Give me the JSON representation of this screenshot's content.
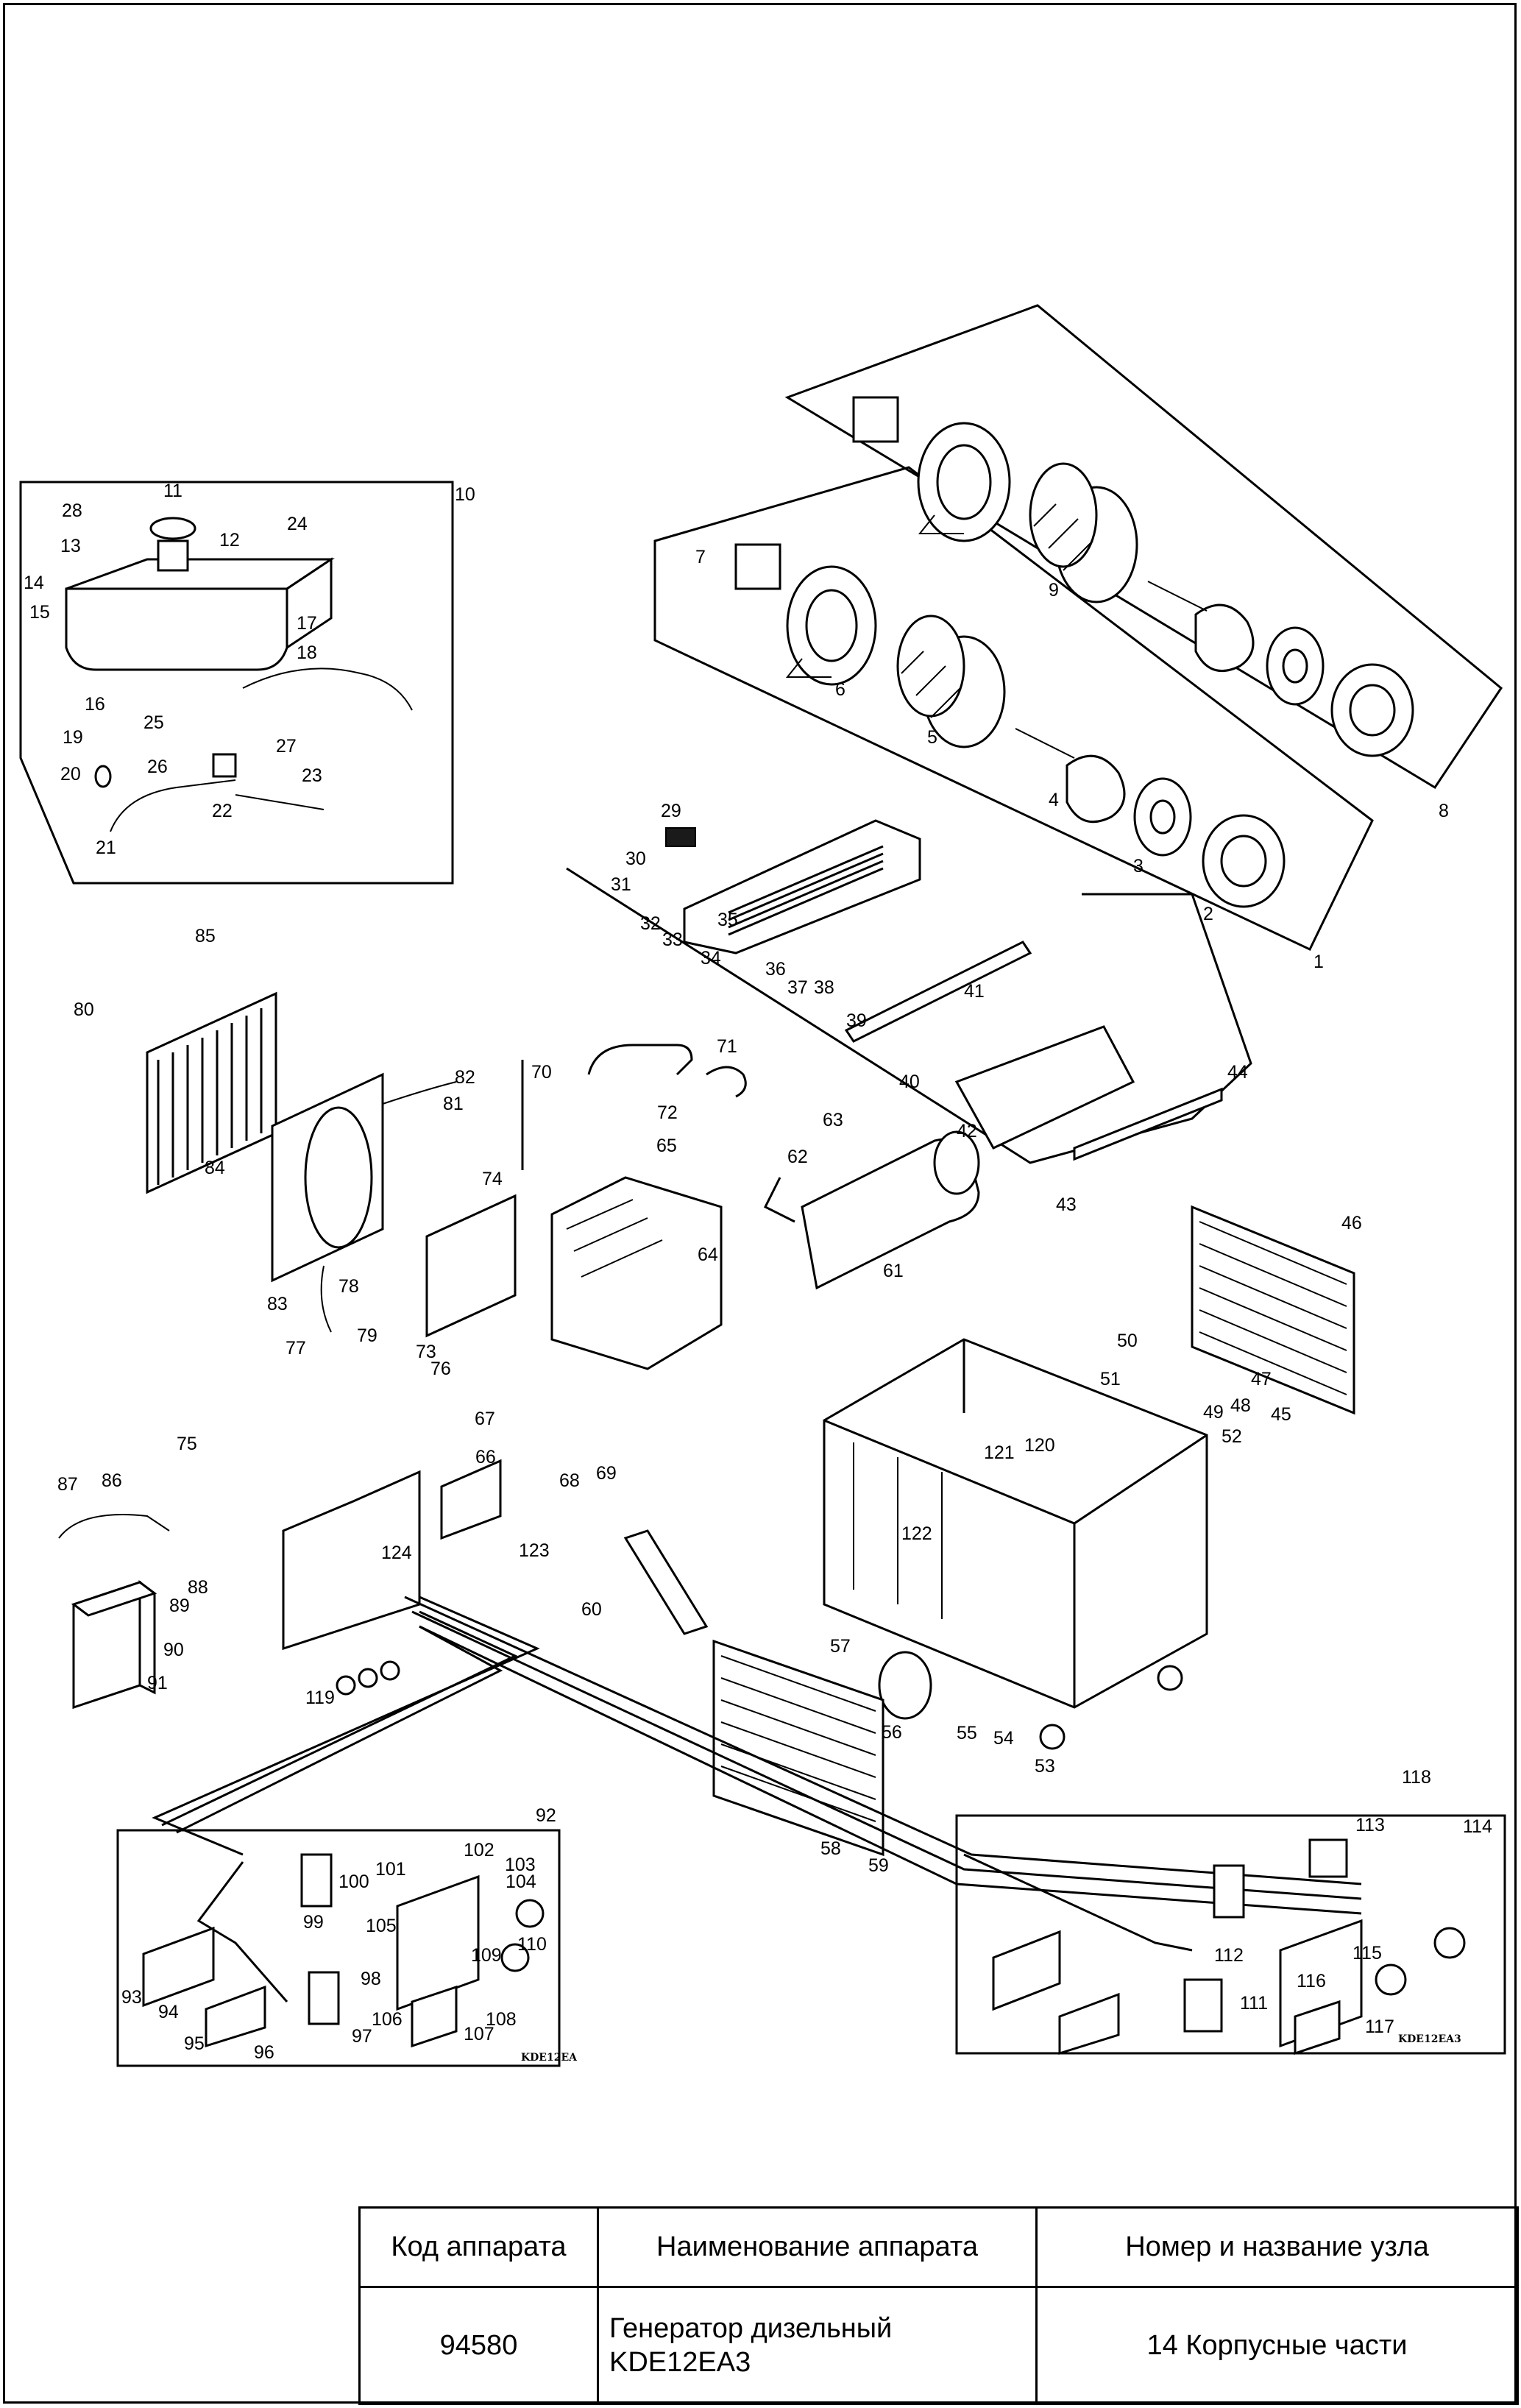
{
  "info_table": {
    "headers": [
      "Код аппарата",
      "Наименование аппарата",
      "Номер и название узла"
    ],
    "device_code": "94580",
    "device_name_lines": [
      "Генератор дизельный",
      "KDE12EA3"
    ],
    "assembly": "14 Корпусные части"
  },
  "variant_tags": {
    "left_panel": "KDE12EA",
    "right_panel": "KDE12EA3"
  },
  "callouts": [
    "1",
    "2",
    "3",
    "4",
    "5",
    "6",
    "7",
    "8",
    "9",
    "10",
    "11",
    "12",
    "13",
    "14",
    "15",
    "16",
    "17",
    "18",
    "19",
    "20",
    "21",
    "22",
    "23",
    "24",
    "25",
    "26",
    "27",
    "28",
    "29",
    "30",
    "31",
    "32",
    "33",
    "34",
    "35",
    "36",
    "37",
    "38",
    "39",
    "40",
    "41",
    "42",
    "43",
    "44",
    "45",
    "46",
    "47",
    "48",
    "49",
    "50",
    "51",
    "52",
    "53",
    "54",
    "55",
    "56",
    "57",
    "58",
    "59",
    "60",
    "61",
    "62",
    "63",
    "64",
    "65",
    "66",
    "67",
    "68",
    "69",
    "70",
    "71",
    "72",
    "73",
    "74",
    "75",
    "76",
    "77",
    "78",
    "79",
    "80",
    "81",
    "82",
    "83",
    "84",
    "85",
    "86",
    "87",
    "88",
    "89",
    "90",
    "91",
    "92",
    "93",
    "94",
    "95",
    "96",
    "97",
    "98",
    "99",
    "100",
    "101",
    "102",
    "103",
    "104",
    "105",
    "106",
    "107",
    "108",
    "109",
    "110",
    "111",
    "112",
    "113",
    "114",
    "115",
    "116",
    "117",
    "118",
    "119",
    "120",
    "121",
    "122",
    "123",
    "124"
  ],
  "colors": {
    "ink": "#000000",
    "paper": "#ffffff"
  }
}
